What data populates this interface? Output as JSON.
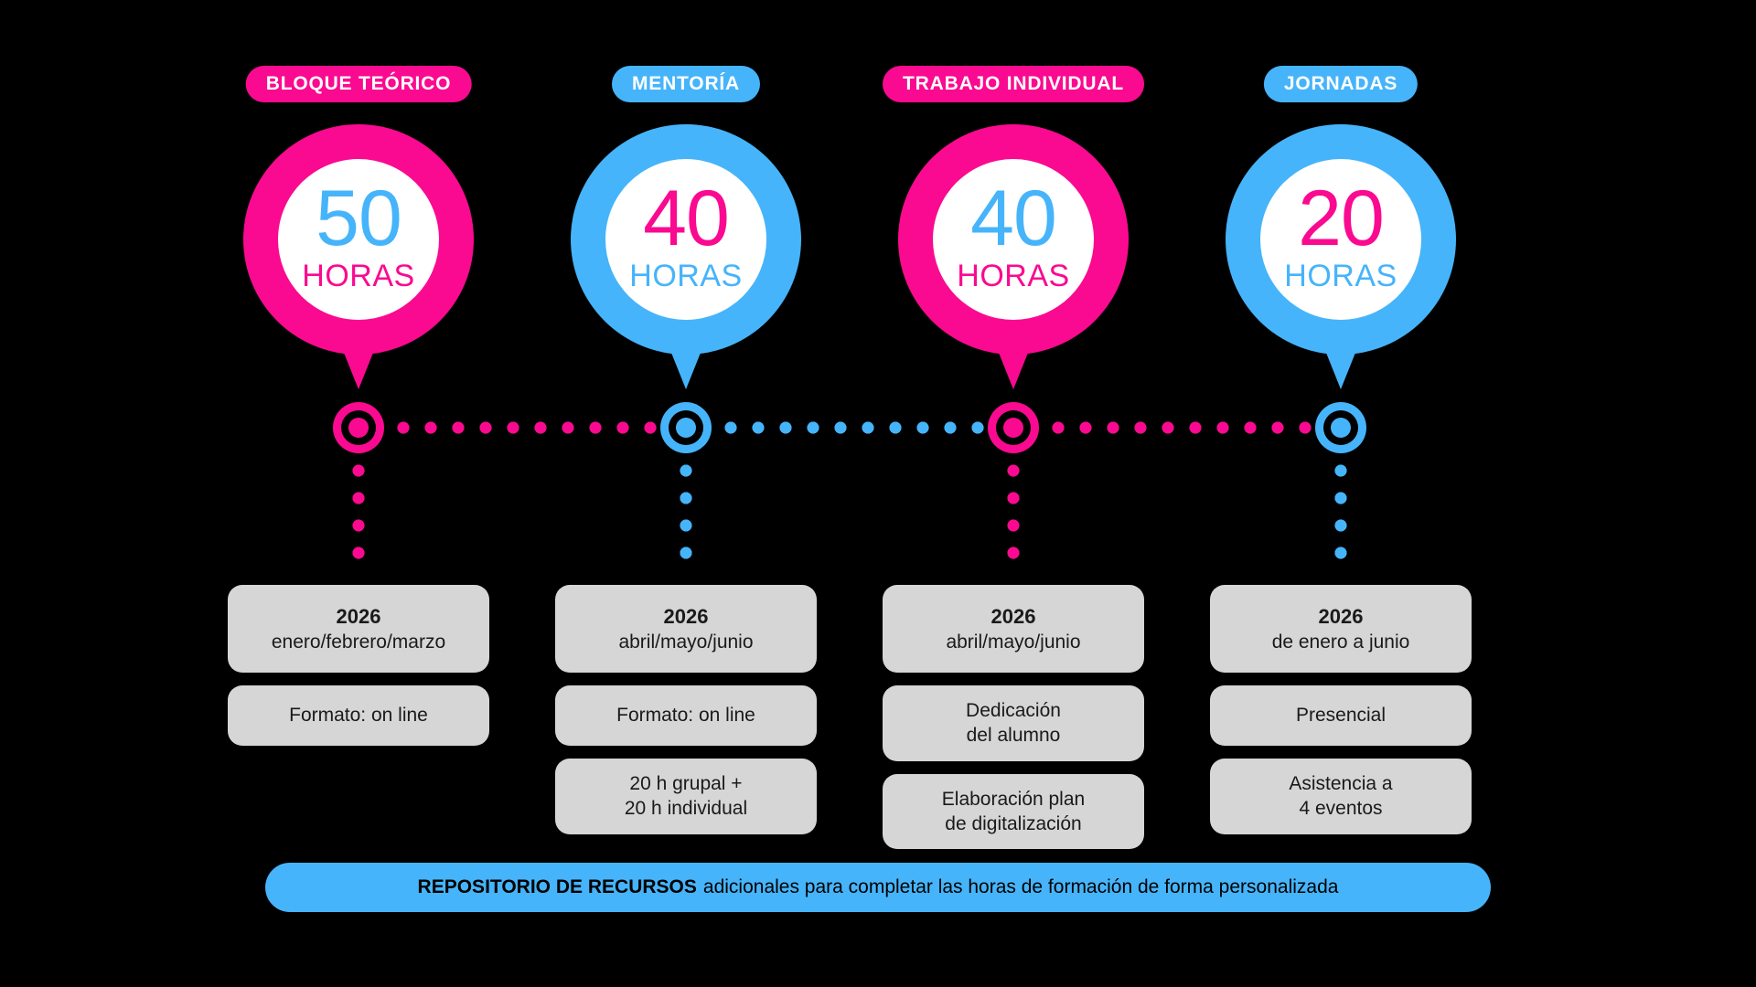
{
  "theme": {
    "pink": "#FA0A90",
    "blue": "#46B4FA",
    "box_gray": "#d6d6d6",
    "background": "#000000",
    "text_dark": "#1a1a1a",
    "white": "#ffffff"
  },
  "columns": [
    {
      "badge": "BLOQUE TEÓRICO",
      "badge_color": "#FA0A90",
      "pin_color": "#FA0A90",
      "hours": "50",
      "hours_color": "#46B4FA",
      "unit": "HORAS",
      "unit_color": "#FA0A90",
      "node_color": "#FA0A90",
      "boxes": [
        {
          "year": "2026",
          "line": "enero/febrero/marzo",
          "type": "date"
        },
        {
          "line": "Formato: on line",
          "type": "info"
        }
      ]
    },
    {
      "badge": "MENTORÍA",
      "badge_color": "#46B4FA",
      "pin_color": "#46B4FA",
      "hours": "40",
      "hours_color": "#FA0A90",
      "unit": "HORAS",
      "unit_color": "#46B4FA",
      "node_color": "#46B4FA",
      "boxes": [
        {
          "year": "2026",
          "line": "abril/mayo/junio",
          "type": "date"
        },
        {
          "line": "Formato: on line",
          "type": "info"
        },
        {
          "line": "20 h grupal +\n20 h individual",
          "type": "info"
        }
      ]
    },
    {
      "badge": "TRABAJO INDIVIDUAL",
      "badge_color": "#FA0A90",
      "pin_color": "#FA0A90",
      "hours": "40",
      "hours_color": "#46B4FA",
      "unit": "HORAS",
      "unit_color": "#FA0A90",
      "node_color": "#FA0A90",
      "boxes": [
        {
          "year": "2026",
          "line": "abril/mayo/junio",
          "type": "date"
        },
        {
          "line": "Dedicación\ndel alumno",
          "type": "info"
        },
        {
          "line": "Elaboración plan\nde digitalización",
          "type": "info"
        }
      ]
    },
    {
      "badge": "JORNADAS",
      "badge_color": "#46B4FA",
      "pin_color": "#46B4FA",
      "hours": "20",
      "hours_color": "#FA0A90",
      "unit": "HORAS",
      "unit_color": "#46B4FA",
      "node_color": "#46B4FA",
      "boxes": [
        {
          "year": "2026",
          "line": "de enero a junio",
          "type": "date"
        },
        {
          "line": "Presencial",
          "type": "info"
        },
        {
          "line": "Asistencia a\n4 eventos",
          "type": "info"
        }
      ]
    }
  ],
  "connectors": [
    {
      "color": "#FA0A90"
    },
    {
      "color": "#46B4FA"
    },
    {
      "color": "#FA0A90"
    }
  ],
  "banner": {
    "strong": "REPOSITORIO DE RECURSOS",
    "rest": "adicionales para completar las horas de formación de forma personalizada",
    "color": "#46B4FA"
  }
}
